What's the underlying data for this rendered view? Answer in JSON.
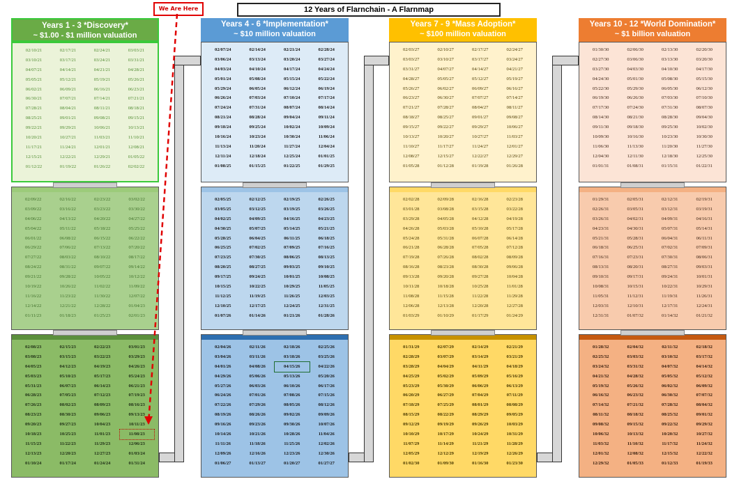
{
  "title": "12 Years of Flarnchain - A Flarnmap",
  "here_label": "We Are Here",
  "colors": {
    "green_header": "#6aab46",
    "blue_header": "#5b9bd5",
    "yellow_header": "#ffc000",
    "orange_header": "#ed7d31"
  },
  "columns": [
    {
      "title": "Years 1 - 3 *Discovery*",
      "subtitle": "~ $1.00 - $1 million valuation",
      "blocks": [
        {
          "dates": [
            "02/10/21",
            "02/17/21",
            "02/24/21",
            "03/03/21",
            "03/10/21",
            "03/17/21",
            "03/24/21",
            "03/31/21",
            "04/07/21",
            "04/14/21",
            "04/21/21",
            "04/28/21",
            "05/05/21",
            "05/12/21",
            "05/19/21",
            "05/26/21",
            "06/02/21",
            "06/09/21",
            "06/16/21",
            "06/23/21",
            "06/30/21",
            "07/07/21",
            "07/14/21",
            "07/21/21",
            "07/28/21",
            "08/04/21",
            "08/11/21",
            "08/18/21",
            "08/25/21",
            "09/01/21",
            "09/08/21",
            "09/15/21",
            "09/22/21",
            "09/29/21",
            "10/06/21",
            "10/13/21",
            "10/20/21",
            "10/27/21",
            "11/03/21",
            "11/10/21",
            "11/17/21",
            "11/24/21",
            "12/01/21",
            "12/08/21",
            "12/15/21",
            "12/22/21",
            "12/29/21",
            "01/05/22",
            "01/12/22",
            "01/19/22",
            "01/26/22",
            "02/02/22"
          ]
        },
        {
          "dates": [
            "02/09/22",
            "02/16/22",
            "02/23/22",
            "03/02/22",
            "03/09/22",
            "03/16/22",
            "03/23/22",
            "03/30/22",
            "04/06/22",
            "04/13/22",
            "04/20/22",
            "04/27/22",
            "05/04/22",
            "05/11/22",
            "05/18/22",
            "05/25/22",
            "06/01/22",
            "06/08/22",
            "06/15/22",
            "06/22/22",
            "06/29/22",
            "07/06/22",
            "07/13/22",
            "07/20/22",
            "07/27/22",
            "08/03/22",
            "08/10/22",
            "08/17/22",
            "08/24/22",
            "08/31/22",
            "09/07/22",
            "09/14/22",
            "09/21/22",
            "09/28/22",
            "10/05/22",
            "10/12/22",
            "10/19/22",
            "10/26/22",
            "11/02/22",
            "11/09/22",
            "11/16/22",
            "11/23/22",
            "11/30/22",
            "12/07/22",
            "12/14/22",
            "12/21/22",
            "12/28/22",
            "01/04/23",
            "01/11/23",
            "01/18/23",
            "01/25/23",
            "02/01/23"
          ]
        },
        {
          "dates": [
            "02/08/23",
            "02/15/23",
            "02/22/23",
            "03/01/23",
            "03/08/23",
            "03/15/23",
            "03/22/23",
            "03/29/23",
            "04/05/23",
            "04/12/23",
            "04/19/23",
            "04/26/23",
            "05/03/23",
            "05/10/23",
            "05/17/23",
            "05/24/23",
            "05/31/23",
            "06/07/23",
            "06/14/23",
            "06/21/23",
            "06/28/23",
            "07/05/23",
            "07/12/23",
            "07/19/23",
            "07/26/23",
            "08/02/23",
            "08/09/23",
            "08/16/23",
            "08/23/23",
            "08/30/23",
            "09/06/23",
            "09/13/23",
            "09/20/23",
            "09/27/23",
            "10/04/23",
            "10/11/23",
            "10/18/23",
            "10/25/23",
            "11/01/23",
            "11/08/23",
            "11/15/23",
            "11/22/23",
            "11/29/23",
            "12/06/23",
            "12/13/23",
            "12/20/23",
            "12/27/23",
            "01/03/24",
            "01/10/24",
            "01/17/24",
            "01/24/24",
            "01/31/24"
          ]
        }
      ]
    },
    {
      "title": "Years 4 - 6 *Implementation*",
      "subtitle": "~ $10 million valuation",
      "blocks": [
        {
          "dates": [
            "02/07/24",
            "02/14/24",
            "02/21/24",
            "02/28/24",
            "03/06/24",
            "03/13/24",
            "03/20/24",
            "03/27/24",
            "04/03/24",
            "04/10/24",
            "04/17/24",
            "04/24/24",
            "05/01/24",
            "05/08/24",
            "05/15/24",
            "05/22/24",
            "05/29/24",
            "06/05/24",
            "06/12/24",
            "06/19/24",
            "06/26/24",
            "07/03/24",
            "07/10/24",
            "07/17/24",
            "07/24/24",
            "07/31/24",
            "08/07/24",
            "08/14/24",
            "08/21/24",
            "08/28/24",
            "09/04/24",
            "09/11/24",
            "09/18/24",
            "09/25/24",
            "10/02/24",
            "10/09/24",
            "10/16/24",
            "10/23/24",
            "10/30/24",
            "11/06/24",
            "11/13/24",
            "11/20/24",
            "11/27/24",
            "12/04/24",
            "12/11/24",
            "12/18/24",
            "12/25/24",
            "01/01/25",
            "01/08/25",
            "01/15/25",
            "01/22/25",
            "01/29/25"
          ]
        },
        {
          "dates": [
            "02/05/25",
            "02/12/25",
            "02/19/25",
            "02/26/25",
            "03/05/25",
            "03/12/25",
            "03/19/25",
            "03/26/25",
            "04/02/25",
            "04/09/25",
            "04/16/25",
            "04/23/25",
            "04/30/25",
            "05/07/25",
            "05/14/25",
            "05/21/25",
            "05/28/25",
            "06/04/25",
            "06/11/25",
            "06/18/25",
            "06/25/25",
            "07/02/25",
            "07/09/25",
            "07/16/25",
            "07/23/25",
            "07/30/25",
            "08/06/25",
            "08/13/25",
            "08/20/25",
            "08/27/25",
            "09/03/25",
            "09/10/25",
            "09/17/25",
            "09/24/25",
            "10/01/25",
            "10/08/25",
            "10/15/25",
            "10/22/25",
            "10/29/25",
            "11/05/25",
            "11/12/25",
            "11/19/25",
            "11/26/25",
            "12/03/25",
            "12/10/25",
            "12/17/25",
            "12/24/25",
            "12/31/25",
            "01/07/26",
            "01/14/26",
            "01/21/26",
            "01/28/26"
          ]
        },
        {
          "dates": [
            "02/04/26",
            "02/11/26",
            "02/18/26",
            "02/25/26",
            "03/04/26",
            "03/11/26",
            "03/18/26",
            "03/25/26",
            "04/01/26",
            "04/08/26",
            "04/15/26",
            "04/22/26",
            "04/29/26",
            "05/06/26",
            "05/13/26",
            "05/20/26",
            "05/27/26",
            "06/03/26",
            "06/10/26",
            "06/17/26",
            "06/24/26",
            "07/01/26",
            "07/08/26",
            "07/15/26",
            "07/22/26",
            "07/29/26",
            "08/05/26",
            "08/12/26",
            "08/19/26",
            "08/26/26",
            "09/02/26",
            "09/09/26",
            "09/16/26",
            "09/23/26",
            "09/30/26",
            "10/07/26",
            "10/14/26",
            "10/21/26",
            "10/28/26",
            "11/04/26",
            "11/11/26",
            "11/18/26",
            "11/25/26",
            "12/02/26",
            "12/09/26",
            "12/16/26",
            "12/23/26",
            "12/30/26",
            "01/06/27",
            "01/13/27",
            "01/20/27",
            "01/27/27"
          ]
        }
      ]
    },
    {
      "title": "Years 7 - 9 *Mass Adoption*",
      "subtitle": "~ $100 million valuation",
      "blocks": [
        {
          "dates": [
            "02/03/27",
            "02/10/27",
            "02/17/27",
            "02/24/27",
            "03/03/27",
            "03/10/27",
            "03/17/27",
            "03/24/27",
            "03/31/27",
            "04/07/27",
            "04/14/27",
            "04/21/27",
            "04/28/27",
            "05/05/27",
            "05/12/27",
            "05/19/27",
            "05/26/27",
            "06/02/27",
            "06/09/27",
            "06/16/27",
            "06/23/27",
            "06/30/27",
            "07/07/27",
            "07/14/27",
            "07/21/27",
            "07/28/27",
            "08/04/27",
            "08/11/27",
            "08/18/27",
            "08/25/27",
            "09/01/27",
            "09/08/27",
            "09/15/27",
            "09/22/27",
            "09/29/27",
            "10/06/27",
            "10/13/27",
            "10/20/27",
            "10/27/27",
            "11/03/27",
            "11/10/27",
            "11/17/27",
            "11/24/27",
            "12/01/27",
            "12/08/27",
            "12/15/27",
            "12/22/27",
            "12/29/27",
            "01/05/28",
            "01/12/28",
            "01/19/28",
            "01/26/28"
          ]
        },
        {
          "dates": [
            "02/02/28",
            "02/09/28",
            "02/16/28",
            "02/23/28",
            "03/01/28",
            "03/08/28",
            "03/15/28",
            "03/22/28",
            "03/29/28",
            "04/05/28",
            "04/12/28",
            "04/19/28",
            "04/26/28",
            "05/03/28",
            "05/10/28",
            "05/17/28",
            "05/24/28",
            "05/31/28",
            "06/07/28",
            "06/14/28",
            "06/21/28",
            "06/28/28",
            "07/05/28",
            "07/12/28",
            "07/19/28",
            "07/26/28",
            "08/02/28",
            "08/09/28",
            "08/16/28",
            "08/23/28",
            "08/30/28",
            "09/06/28",
            "09/13/28",
            "09/20/28",
            "09/27/28",
            "10/04/28",
            "10/11/28",
            "10/18/28",
            "10/25/28",
            "11/01/28",
            "11/08/28",
            "11/15/28",
            "11/22/28",
            "11/29/28",
            "12/06/28",
            "12/13/28",
            "12/20/28",
            "12/27/28",
            "01/03/29",
            "01/10/29",
            "01/17/29",
            "01/24/29"
          ]
        },
        {
          "dates": [
            "01/31/29",
            "02/07/29",
            "02/14/29",
            "02/21/29",
            "02/28/29",
            "03/07/29",
            "03/14/29",
            "03/21/29",
            "03/28/29",
            "04/04/29",
            "04/11/29",
            "04/18/29",
            "04/25/29",
            "05/02/29",
            "05/09/29",
            "05/16/29",
            "05/23/29",
            "05/30/29",
            "06/06/29",
            "06/13/29",
            "06/20/29",
            "06/27/29",
            "07/04/29",
            "07/11/29",
            "07/18/29",
            "07/25/29",
            "08/01/29",
            "08/08/29",
            "08/15/29",
            "08/22/29",
            "08/29/29",
            "09/05/29",
            "09/12/29",
            "09/19/29",
            "09/26/29",
            "10/03/29",
            "10/10/29",
            "10/17/29",
            "10/24/29",
            "10/31/29",
            "11/07/29",
            "11/14/29",
            "11/21/29",
            "11/28/29",
            "12/05/29",
            "12/12/29",
            "12/19/29",
            "12/26/29",
            "01/02/30",
            "01/09/30",
            "01/16/30",
            "01/23/30"
          ]
        }
      ]
    },
    {
      "title": "Years 10 - 12 *World Domination*",
      "subtitle": "~ $1 billion valuation",
      "blocks": [
        {
          "dates": [
            "01/30/30",
            "02/06/30",
            "02/13/30",
            "02/20/30",
            "02/27/30",
            "03/06/30",
            "03/13/30",
            "03/20/30",
            "03/27/30",
            "04/03/30",
            "04/10/30",
            "04/17/30",
            "04/24/30",
            "05/01/30",
            "05/08/30",
            "05/15/30",
            "05/22/30",
            "05/29/30",
            "06/05/30",
            "06/12/30",
            "06/19/30",
            "06/26/30",
            "07/03/30",
            "07/10/30",
            "07/17/30",
            "07/24/30",
            "07/31/30",
            "08/07/30",
            "08/14/30",
            "08/21/30",
            "08/28/30",
            "09/04/30",
            "09/11/30",
            "09/18/30",
            "09/25/30",
            "10/02/30",
            "10/09/30",
            "10/16/30",
            "10/23/30",
            "10/30/30",
            "11/06/30",
            "11/13/30",
            "11/20/30",
            "11/27/30",
            "12/04/30",
            "12/11/30",
            "12/18/30",
            "12/25/30",
            "01/01/31",
            "01/08/31",
            "01/15/31",
            "01/22/31"
          ]
        },
        {
          "dates": [
            "01/29/31",
            "02/05/31",
            "02/12/31",
            "02/19/31",
            "02/26/31",
            "03/05/31",
            "03/12/31",
            "03/19/31",
            "03/26/31",
            "04/02/31",
            "04/09/31",
            "04/16/31",
            "04/23/31",
            "04/30/31",
            "05/07/31",
            "05/14/31",
            "05/21/31",
            "05/28/31",
            "06/04/31",
            "06/11/31",
            "06/18/31",
            "06/25/31",
            "07/02/31",
            "07/09/31",
            "07/16/31",
            "07/23/31",
            "07/30/31",
            "08/06/31",
            "08/13/31",
            "08/20/31",
            "08/27/31",
            "09/03/31",
            "09/10/31",
            "09/17/31",
            "09/24/31",
            "10/01/31",
            "10/08/31",
            "10/15/31",
            "10/22/31",
            "10/29/31",
            "11/05/31",
            "11/12/31",
            "11/19/31",
            "11/26/31",
            "12/03/31",
            "12/10/31",
            "12/17/31",
            "12/24/31",
            "12/31/31",
            "01/07/32",
            "01/14/32",
            "01/21/32"
          ]
        },
        {
          "dates": [
            "01/28/32",
            "02/04/32",
            "02/11/32",
            "02/18/32",
            "02/25/32",
            "03/03/32",
            "03/10/32",
            "03/17/32",
            "03/24/32",
            "03/31/32",
            "04/07/32",
            "04/14/32",
            "04/21/32",
            "04/28/32",
            "05/05/32",
            "05/12/32",
            "05/19/32",
            "05/26/32",
            "06/02/32",
            "06/09/32",
            "06/16/32",
            "06/23/32",
            "06/30/32",
            "07/07/32",
            "07/14/32",
            "07/21/32",
            "07/28/32",
            "08/04/32",
            "08/11/32",
            "08/18/32",
            "08/25/32",
            "09/01/32",
            "09/08/32",
            "09/15/32",
            "09/22/32",
            "09/29/32",
            "10/06/32",
            "10/13/32",
            "10/20/32",
            "10/27/32",
            "11/03/32",
            "11/10/32",
            "11/17/32",
            "11/24/32",
            "12/01/32",
            "12/08/32",
            "12/15/32",
            "12/22/32",
            "12/29/32",
            "01/05/33",
            "01/12/33",
            "01/19/33"
          ]
        }
      ]
    }
  ]
}
